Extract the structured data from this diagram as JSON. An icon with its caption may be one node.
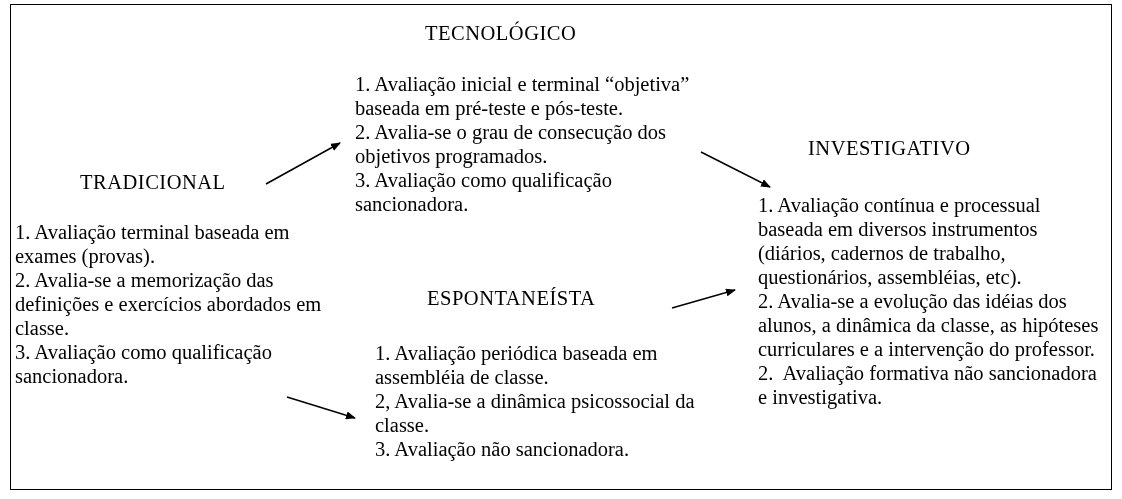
{
  "diagram": {
    "nodes": [
      {
        "text": [
          "TRADICIONAL",
          "1. Avaliação terminal baseada em exames (provas).",
          "2. Avalia-se a memorização das definições e exercícios abordados em classe.",
          "3. Avaliação como qualificação sancionadora."
        ]
      },
      {
        "text": [
          "TECNOLÓGICO",
          "1. Avaliação inicial e terminal “objetiva” baseada em pré-teste e pós-teste.",
          "2. Avalia-se o grau de consecução dos objetivos programados.",
          "3. Avaliação como qualificação sancionadora."
        ]
      },
      {
        "text": [
          "ESPONTANEÍSTA",
          "1. Avaliação periódica baseada em assembléia de classe.",
          "2, Avalia-se a dinâmica psicossocial da classe.",
          "3. Avaliação não sancionadora."
        ]
      },
      {
        "text": [
          "INVESTIGATIVO",
          "1. Avaliação contínua e processual baseada em diversos instrumentos (diários, cadernos de trabalho, questionários, assembléias, etc).",
          "2. Avalia-se a evolução das idéias dos alunos, a dinâmica da classe, as hipóteses curriculares e a intervenção do professor.",
          "2.  Avaliação formativa não sancionadora e investigativa."
        ]
      }
    ],
    "edges": [
      {
        "from": 0,
        "to": 1,
        "arrow": "to"
      },
      {
        "from": 0,
        "to": 2,
        "arrow": "to"
      },
      {
        "from": 1,
        "to": 3,
        "arrow": "to"
      },
      {
        "from": 2,
        "to": 3,
        "arrow": "to"
      }
    ]
  }
}
